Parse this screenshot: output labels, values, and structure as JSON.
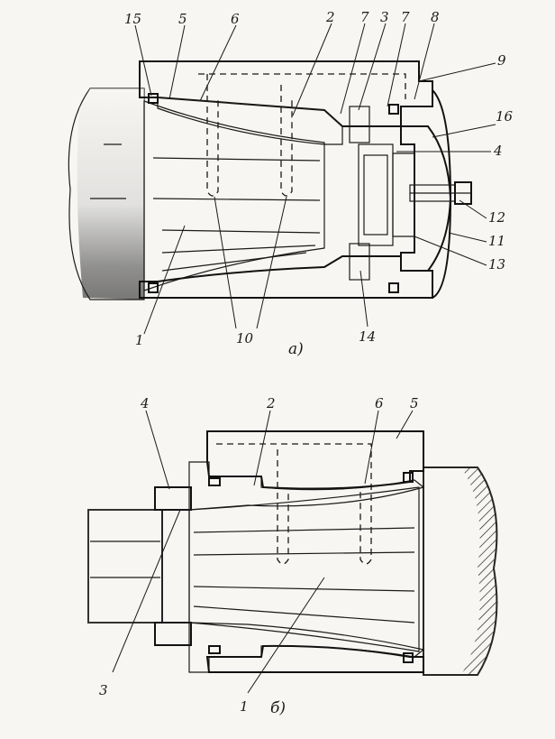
{
  "figure_a": {
    "caption": "а)",
    "labels": {
      "l15": "15",
      "l5": "5",
      "l6": "6",
      "l2": "2",
      "l7a": "7",
      "l3": "3",
      "l7b": "7",
      "l8": "8",
      "l9": "9",
      "l16": "16",
      "l4": "4",
      "l12": "12",
      "l11": "11",
      "l13": "13",
      "l14": "14",
      "l10": "10",
      "l1": "1"
    }
  },
  "figure_b": {
    "caption": "б)",
    "labels": {
      "l4": "4",
      "l2": "2",
      "l6": "6",
      "l5": "5",
      "l3": "3",
      "l1": "1"
    }
  }
}
